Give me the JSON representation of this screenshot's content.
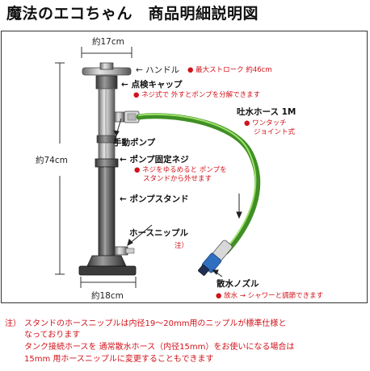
{
  "title": "魔法のエコちゃん　商品明細説明図",
  "dimensions": {
    "width_top": "約17cm",
    "height": "約74cm",
    "width_bottom": "約18cm"
  },
  "labels": {
    "handle": "← ハンドル",
    "handle_note": "最大ストローク 約46cm",
    "inspect_cap": "← 点検キャップ",
    "inspect_cap_note": "ネジ式で 外すとポンプを分解できます",
    "discharge_hose": "吐水ホース 1M",
    "discharge_hose_note_1": "ワンタッチ",
    "discharge_hose_note_2": "ジョイント式",
    "hand_pump": "手動ポンプ",
    "pump_screw": "← ポンプ固定ネジ",
    "pump_screw_note_1": "ネジをゆるめると ポンプを",
    "pump_screw_note_2": "スタンドから外せます",
    "pump_stand": "← ポンプスタンド",
    "hose_nipple": "ホースニップル",
    "hose_nipple_note": "注）",
    "nozzle": "散水ノズル",
    "nozzle_note": "放水 → シャワーと調節できます"
  },
  "bullet": "●",
  "footnote": {
    "mark": "注）",
    "line1": "スタンドのホースニップルは内径19～20mm用のニップルが標準仕様と",
    "line2": "なっております",
    "line3": "タンク接続ホースを 通常散水ホース（内径15mm）をお使いになる場合は",
    "line4": "15mm 用ホースニップルに変更することもできます"
  },
  "colors": {
    "accent_red": "#d2121a",
    "hose_green": "#5fae3a",
    "nozzle_blue": "#2f6fc0"
  }
}
